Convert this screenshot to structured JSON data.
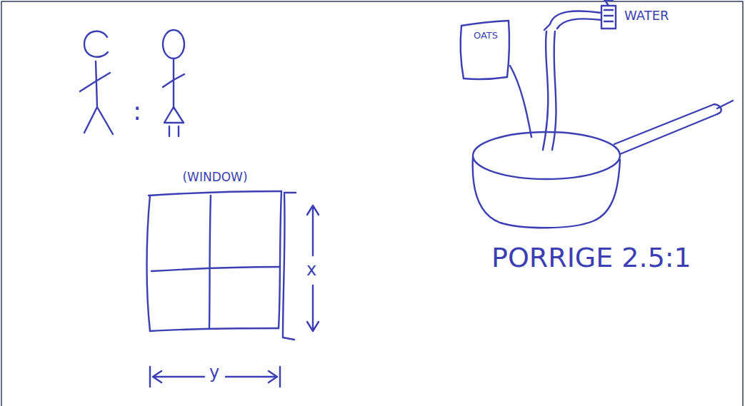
{
  "diagram": {
    "nodes": [
      {
        "text": [
          "(WINDOW)"
        ]
      },
      {
        "text": [
          "OATS"
        ]
      }
    ],
    "labels": [
      ":",
      "WATER",
      "x",
      "PORRIGE 2.5:1",
      "y"
    ]
  }
}
